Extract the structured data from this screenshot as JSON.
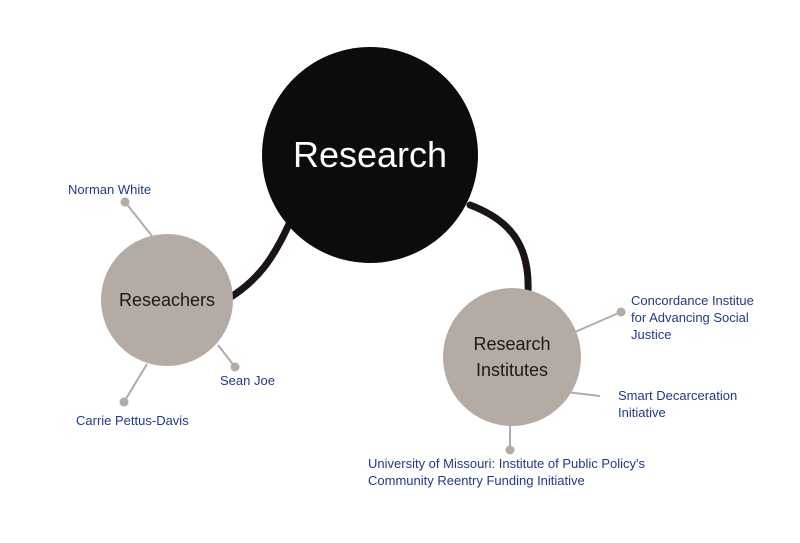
{
  "colors": {
    "central_fill": "#0d0b0b",
    "central_text": "#ffffff",
    "branch_fill": "#b5aba5",
    "branch_text": "#1a1a1a",
    "connector": "#1a1512",
    "leaf_line": "#b5aba5",
    "leaf_text": "#1f3a8a"
  },
  "central": {
    "label": "Research"
  },
  "branches": {
    "researchers": {
      "label": "Reseachers",
      "leaves": {
        "norman_white": "Norman White",
        "sean_joe": "Sean Joe",
        "carrie_pettus_davis": "Carrie Pettus-Davis"
      }
    },
    "institutes": {
      "label_line1": "Research",
      "label_line2": "Institutes",
      "leaves": {
        "concordance": {
          "line1": "Concordance Institue",
          "line2": "for Advancing Social",
          "line3": "Justice"
        },
        "smart_decarceration": {
          "line1": "Smart Decarceration",
          "line2": "Initiative"
        },
        "university_missouri": {
          "line1": "University of Missouri: Institute of Public Policy's",
          "line2": "Community Reentry Funding Initiative"
        }
      }
    }
  }
}
